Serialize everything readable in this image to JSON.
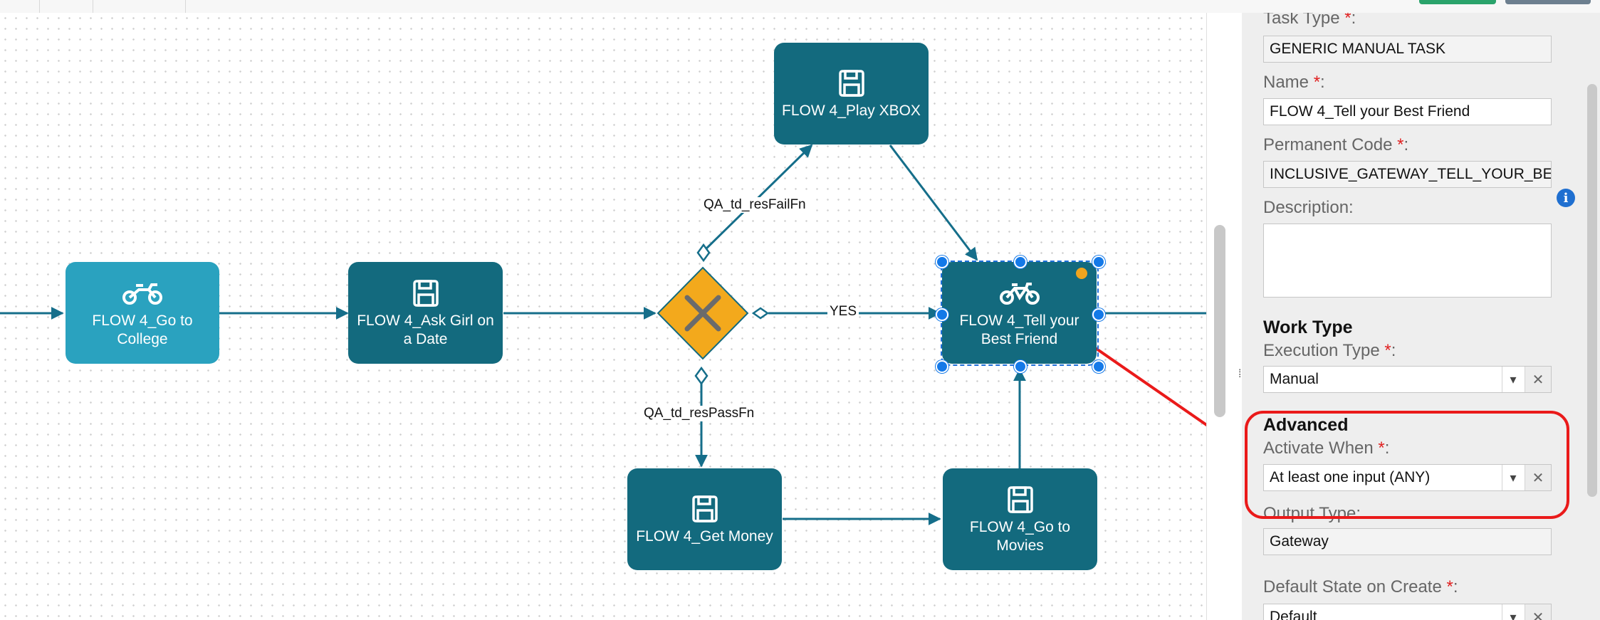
{
  "colors": {
    "node_dark": "#136a7e",
    "node_light": "#2aa2bf",
    "gateway_fill": "#f3a91c",
    "edge": "#156e8a",
    "selection": "#1e6fd9",
    "annotation_red": "#ea1a1a",
    "required_star": "#e02020"
  },
  "canvas": {
    "nodes": [
      {
        "id": "go-to-college",
        "label": "FLOW 4_Go to College",
        "icon": "motorcycle-icon",
        "style": "light"
      },
      {
        "id": "ask-girl",
        "label": "FLOW 4_Ask Girl on a Date",
        "icon": "save-icon",
        "style": "dark"
      },
      {
        "id": "play-xbox",
        "label": "FLOW 4_Play XBOX",
        "icon": "save-icon",
        "style": "dark"
      },
      {
        "id": "tell-friend",
        "label": "FLOW 4_Tell your Best Friend",
        "icon": "bicycle-icon",
        "style": "dark",
        "selected": true
      },
      {
        "id": "get-money",
        "label": "FLOW 4_Get Money",
        "icon": "save-icon",
        "style": "dark"
      },
      {
        "id": "go-to-movies",
        "label": "FLOW 4_Go to Movies",
        "icon": "save-icon",
        "style": "dark"
      }
    ],
    "gateway": {
      "icon": "gateway-x-icon"
    },
    "edge_labels": {
      "fail": "QA_td_resFailFn",
      "yes": "YES",
      "pass": "QA_td_resPassFn"
    }
  },
  "panel": {
    "task_type": {
      "label": "Task Type",
      "required": "*",
      "value": "GENERIC MANUAL TASK"
    },
    "name": {
      "label": "Name",
      "required": "*",
      "value": "FLOW 4_Tell your Best Friend"
    },
    "permanent_code": {
      "label": "Permanent Code",
      "required": "*",
      "value": "INCLUSIVE_GATEWAY_TELL_YOUR_BEST_FRIEND",
      "info_icon": "info-icon"
    },
    "description": {
      "label": "Description",
      "value": ""
    },
    "work_type": {
      "title": "Work Type",
      "execution_type": {
        "label": "Execution Type",
        "required": "*",
        "value": "Manual"
      }
    },
    "advanced": {
      "title": "Advanced",
      "activate_when": {
        "label": "Activate When",
        "required": "*",
        "value": "At least one input (ANY)"
      }
    },
    "output_type": {
      "label": "Output Type",
      "value": "Gateway"
    },
    "default_state": {
      "label": "Default State on Create",
      "required": "*",
      "value": "Default"
    }
  },
  "splitter": {
    "grip": "⁞⁞"
  }
}
